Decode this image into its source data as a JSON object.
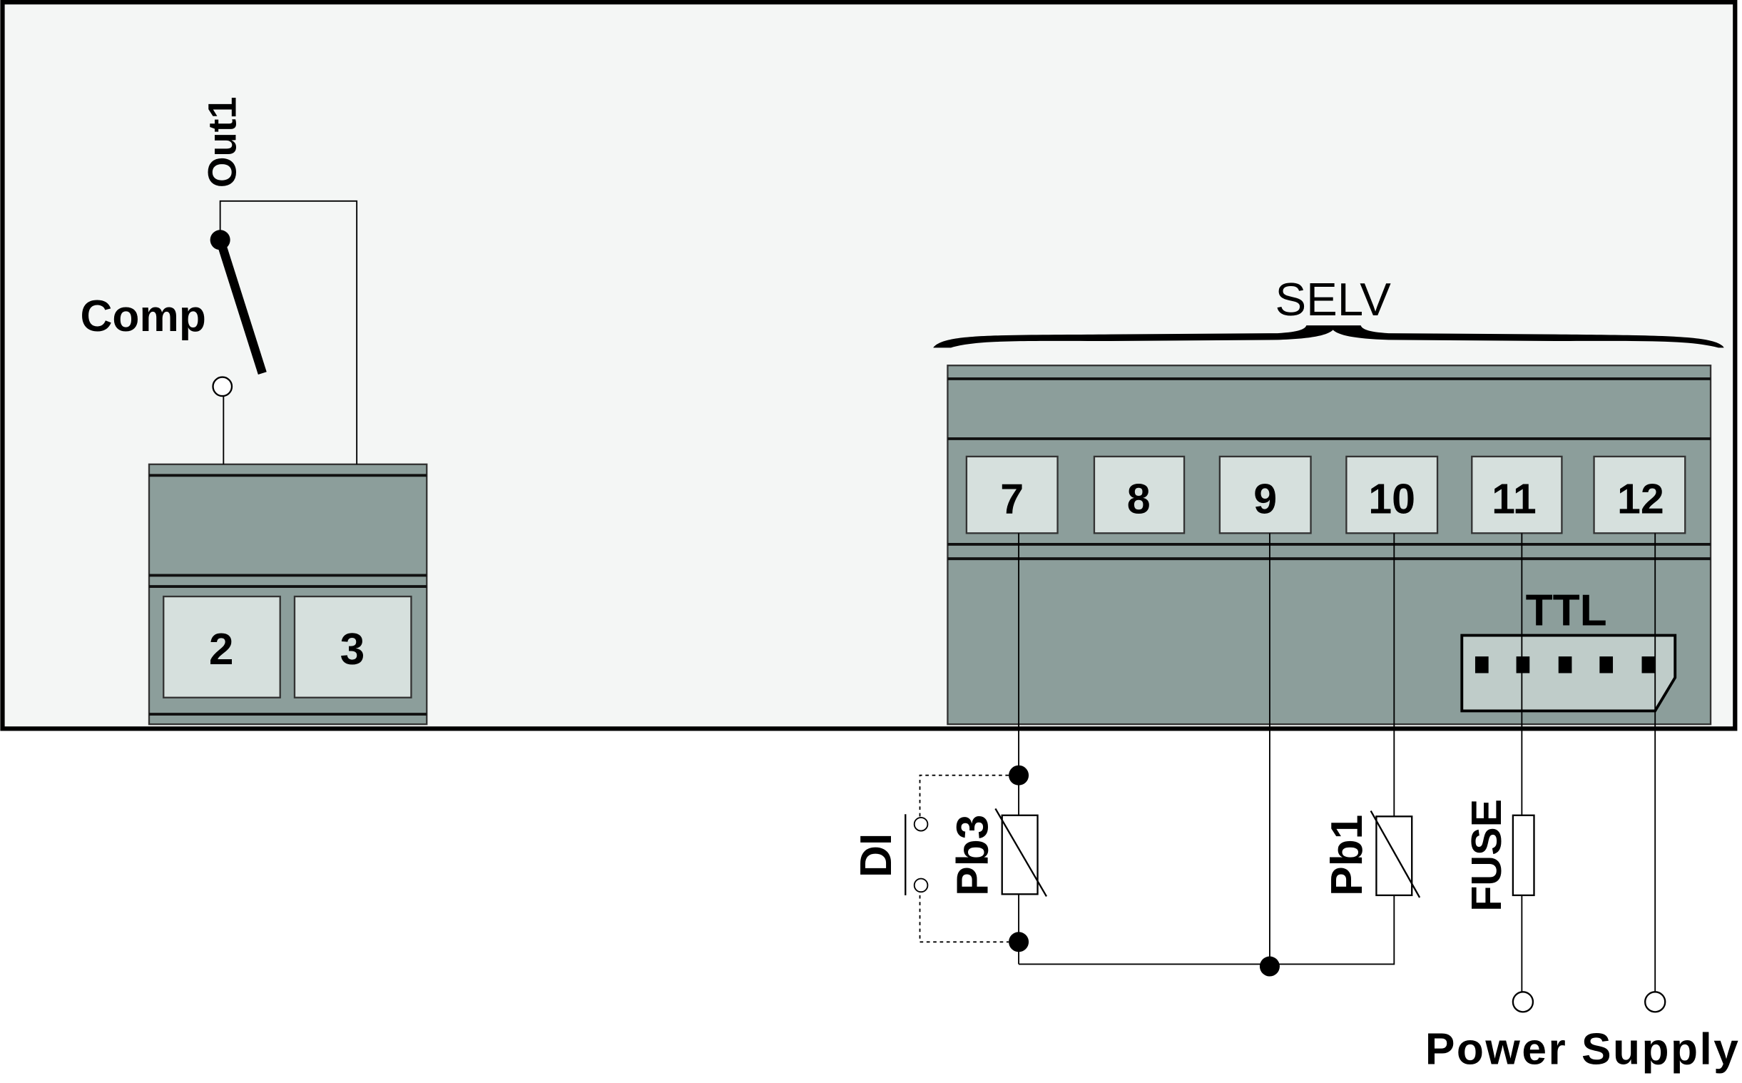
{
  "colors": {
    "panel_bg": "#f4f6f5",
    "block_fill": "#8c9e9b",
    "terminal_fill": "#d6e0dd",
    "connector_fill": "#bfccc9",
    "ink": "#000000"
  },
  "left_block": {
    "output_label": "Out1",
    "relay_label": "Comp",
    "terminals": [
      "2",
      "3"
    ]
  },
  "right_block": {
    "group_label": "SELV",
    "terminals": [
      "7",
      "8",
      "9",
      "10",
      "11",
      "12"
    ],
    "connector_label": "TTL"
  },
  "external": {
    "digital_input": "DI",
    "probe3": "Pb3",
    "probe1": "Pb1",
    "fuse": "FUSE",
    "power_supply": "Power Supply"
  }
}
